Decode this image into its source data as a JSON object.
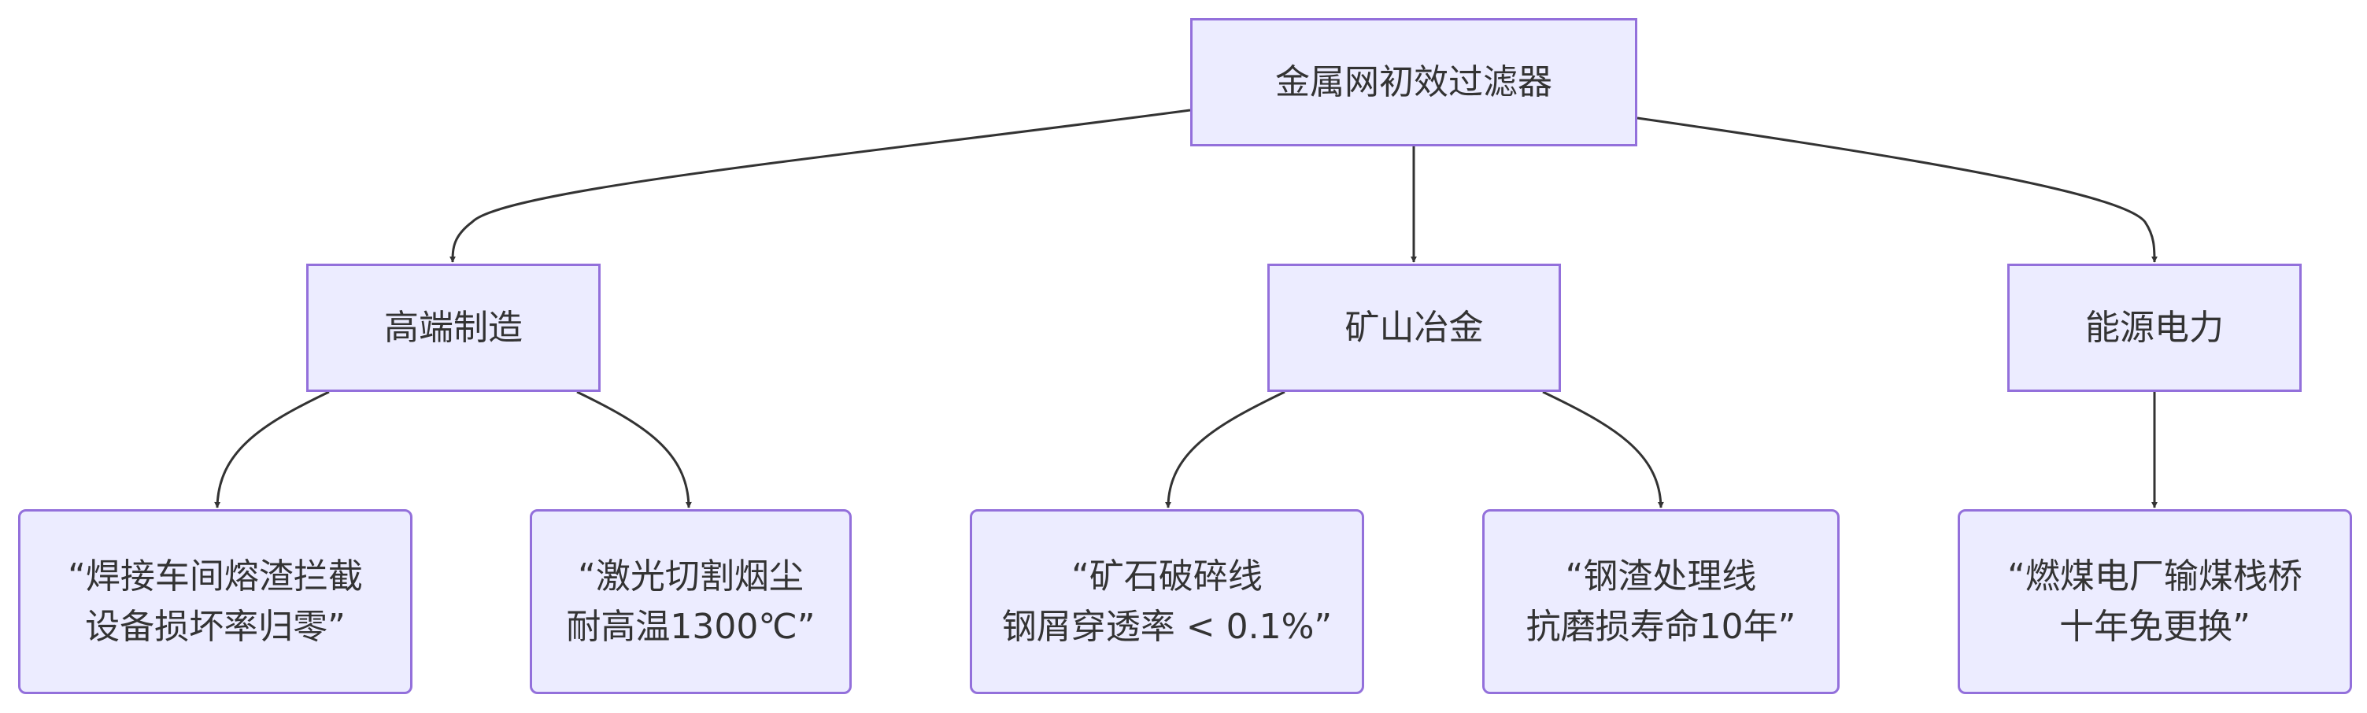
{
  "nodes": {
    "root": "金属网初效过滤器",
    "cat_manufacturing": "高端制造",
    "cat_mining": "矿山冶金",
    "cat_energy": "能源电力",
    "leaf_welding": [
      "“焊接车间熔渣拦截",
      "设备损坏率归零”"
    ],
    "leaf_laser": [
      "“激光切割烟尘",
      "耐高温1300℃”"
    ],
    "leaf_ore": [
      "“矿石破碎线",
      "钢屑穿透率 < 0.1%”"
    ],
    "leaf_slag": [
      "“钢渣处理线",
      "抗磨损寿命10年”"
    ],
    "leaf_coal": [
      "“燃煤电厂输煤栈桥",
      "十年免更换”"
    ]
  },
  "colors": {
    "node_fill": "#ececff",
    "node_border": "#9370db",
    "edge": "#333333",
    "text": "#333333"
  }
}
